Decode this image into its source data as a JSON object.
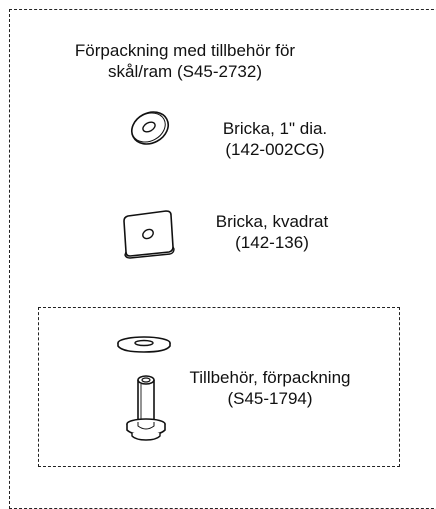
{
  "title": {
    "line1": "Förpackning med tillbehör för",
    "line2": "skål/ram (S45-2732)"
  },
  "parts": [
    {
      "icon": "round-washer-icon",
      "line1": "Bricka, 1\" dia.",
      "line2": "(142-002CG)"
    },
    {
      "icon": "square-washer-icon",
      "line1": "Bricka, kvadrat",
      "line2": "(142-136)"
    },
    {
      "icon": "flat-washer-and-bolt-icon",
      "line1": "Tillbehör, förpackning",
      "line2": "(S45-1794)"
    }
  ]
}
